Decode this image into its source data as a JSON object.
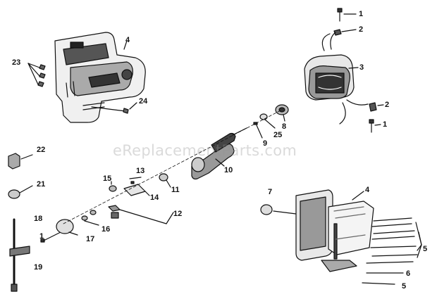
{
  "watermark": "eReplacementParts.com",
  "callouts": {
    "c1_top": "1",
    "c2_top": "2",
    "c3": "3",
    "c4_top": "4",
    "c23": "23",
    "c24": "24",
    "c2_mid": "2",
    "c1_mid": "1",
    "c8": "8",
    "c25": "25",
    "c9": "9",
    "c10": "10",
    "c22": "22",
    "c13": "13",
    "c15": "15",
    "c11": "11",
    "c21": "21",
    "c14": "14",
    "c12": "12",
    "c7": "7",
    "c4_bot": "4",
    "c18": "18",
    "c16": "16",
    "c17": "17",
    "c1_low": "1",
    "c19": "19",
    "c5_a": "5",
    "c6": "6",
    "c5_b": "5"
  },
  "colors": {
    "ink": "#111111",
    "shade": "#555555",
    "watermark": "#969696"
  }
}
